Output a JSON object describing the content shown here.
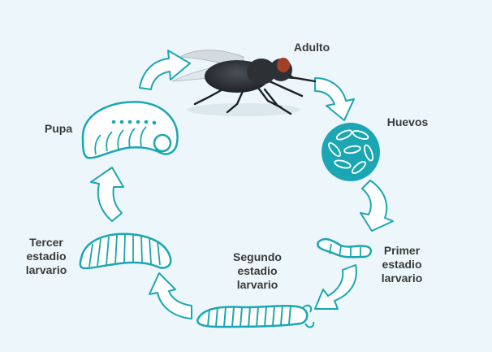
{
  "colors": {
    "background": "#edf6fa",
    "teal": "#1aa7b3",
    "arrow_fill": "#ffffff",
    "label_text": "#3a3a3a",
    "fly_body": "#2d3136",
    "fly_eye": "#a2402a"
  },
  "stages": {
    "adult": "Adulto",
    "eggs": "Huevos",
    "first_instar": "Primer\nestadio\nlarvario",
    "second_instar": "Segundo\nestadio\nlarvario",
    "third_instar": "Tercer\nestadio\nlarvario",
    "pupa": "Pupa"
  },
  "icons": [
    "fly-icon",
    "eggs-icon",
    "first-larva-icon",
    "second-larva-icon",
    "third-larva-icon",
    "pupa-icon",
    "cycle-arrow-icon"
  ]
}
